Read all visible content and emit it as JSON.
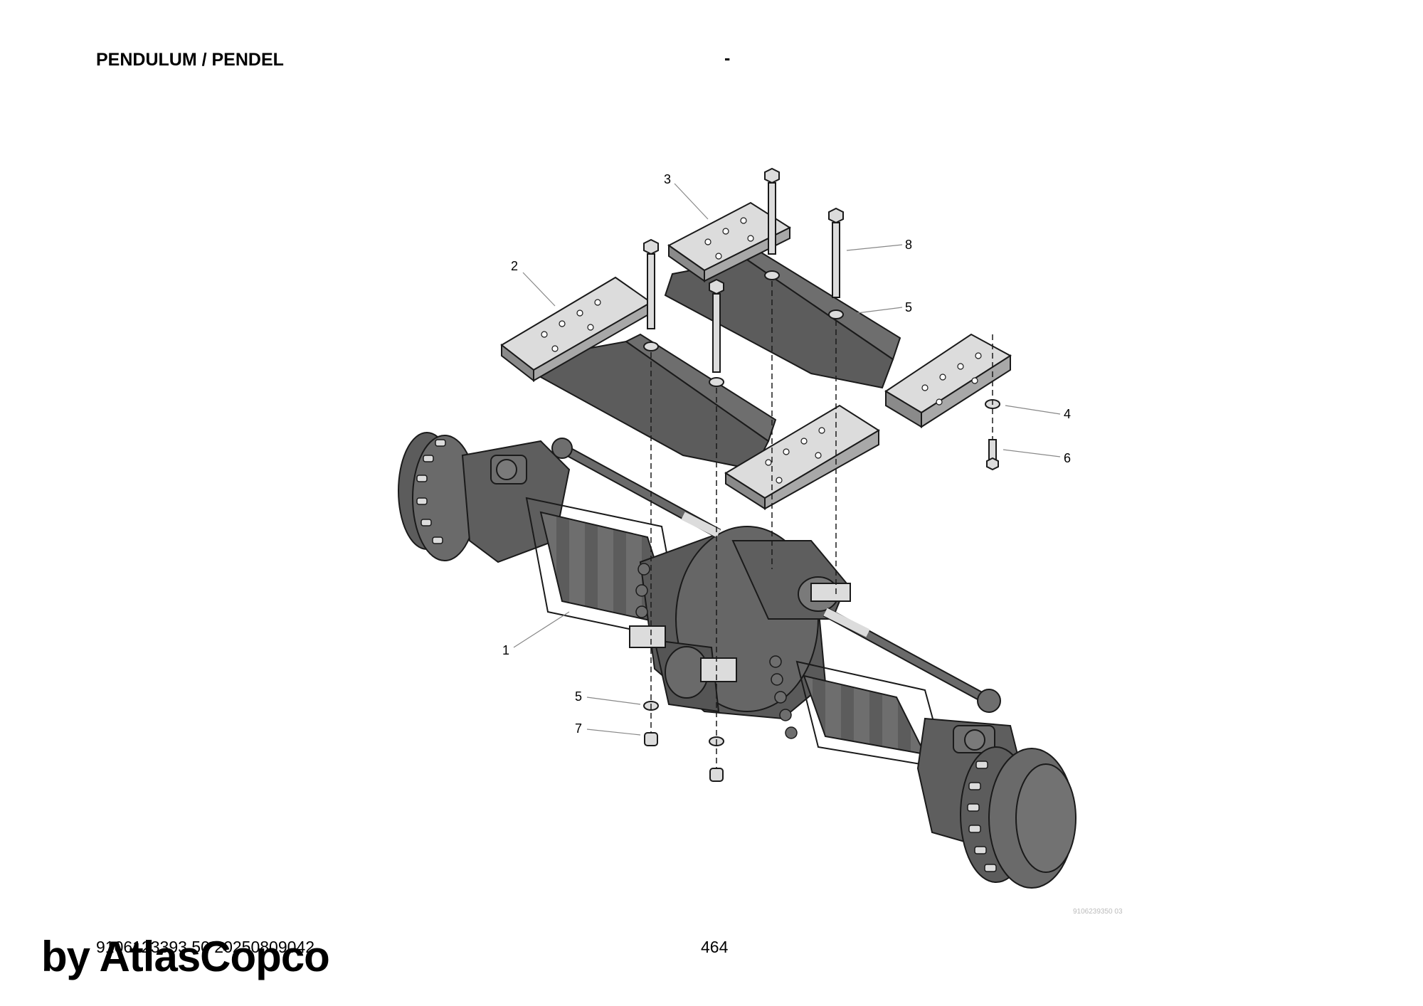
{
  "header": {
    "title": "PENDULUM / PENDEL",
    "dash": "-"
  },
  "footer": {
    "doc_code": "9106123393 50 20250809042",
    "page_number": "464",
    "drawing_code": "9106239350 03",
    "watermark": "by AtlasCopco"
  },
  "callouts": {
    "c1": "1",
    "c2": "2",
    "c3": "3",
    "c4": "4",
    "c5a": "5",
    "c5b": "5",
    "c6": "6",
    "c7": "7",
    "c8": "8"
  },
  "colors": {
    "part_dark": "#5c5c5c",
    "part_mid": "#6e6e6e",
    "part_light": "#dcdcdc",
    "outline": "#1a1a1a"
  }
}
